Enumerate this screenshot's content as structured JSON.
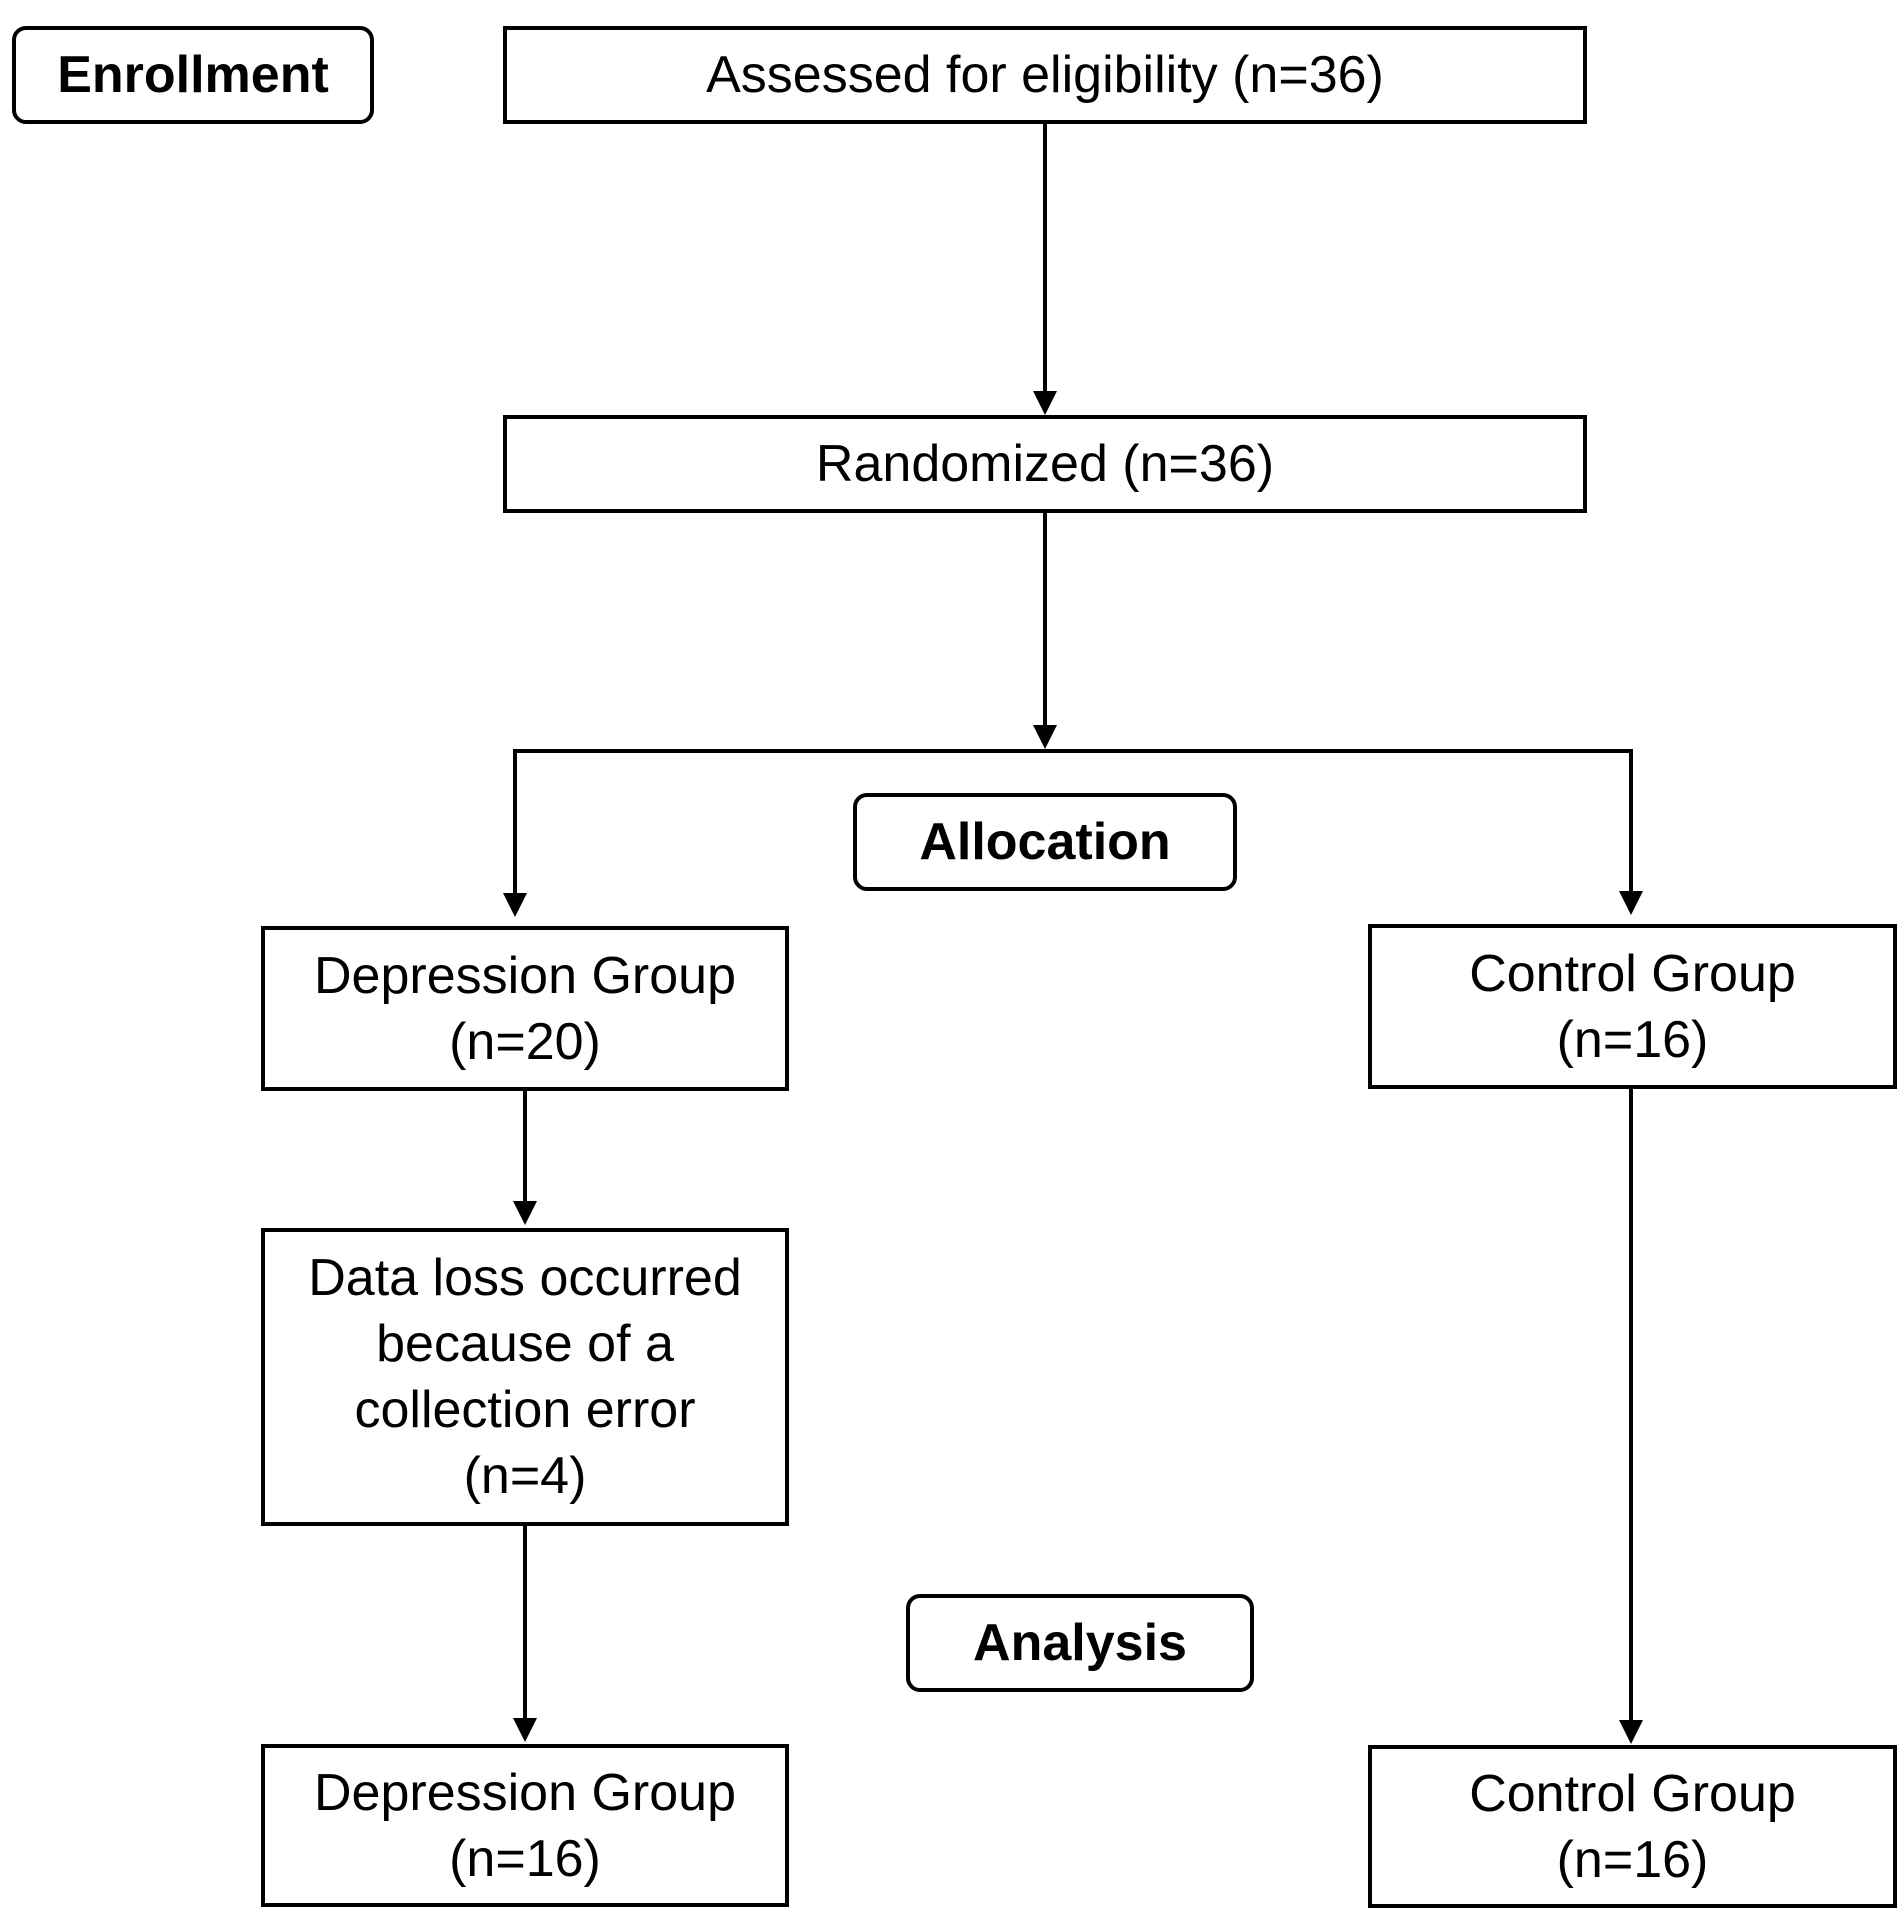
{
  "stages": {
    "enrollment": "Enrollment",
    "allocation": "Allocation",
    "analysis": "Analysis"
  },
  "boxes": {
    "assessed": "Assessed for eligibility (n=36)",
    "randomized": "Randomized (n=36)",
    "depression_allocated": [
      "Depression Group",
      "(n=20)"
    ],
    "control_allocated": [
      "Control Group",
      "(n=16)"
    ],
    "data_loss": [
      "Data loss occurred",
      "because of a",
      "collection error",
      "(n=4)"
    ],
    "depression_analysis": [
      "Depression Group",
      "(n=16)"
    ],
    "control_analysis": [
      "Control Group",
      "(n=16)"
    ]
  },
  "colors": {
    "stroke": "#000000",
    "background": "#ffffff"
  }
}
